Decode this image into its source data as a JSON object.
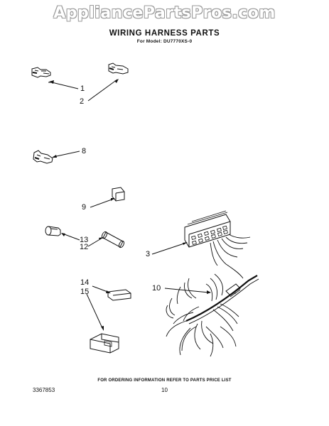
{
  "watermark": "AppliancePartsPros.com",
  "title": "WIRING HARNESS PARTS",
  "model_line": "For Model: DU7770XS-0",
  "footer_note": "FOR ORDERING INFORMATION REFER TO PARTS PRICE LIST",
  "document_number": "3367853",
  "page_number": "10",
  "callouts": {
    "c1": "1",
    "c2": "2",
    "c3": "3",
    "c8": "8",
    "c9": "9",
    "c10": "10",
    "c12": "12",
    "c13": "13",
    "c14": "14",
    "c15": "15"
  }
}
